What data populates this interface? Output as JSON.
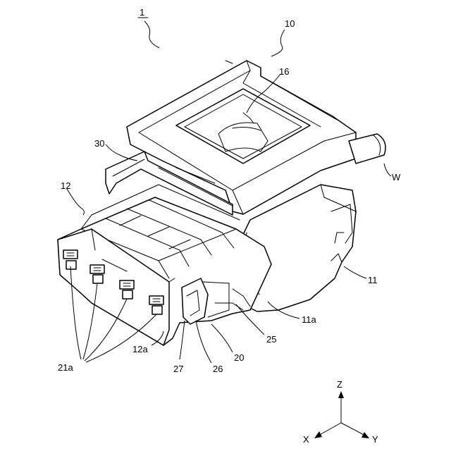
{
  "figure": {
    "labels": {
      "assembly": "1",
      "housing_upper": "10",
      "housing_body": "11",
      "housing_edge": "11a",
      "front_housing": "12",
      "front_edge": "12a",
      "lock_arm": "16",
      "terminal_unit": "20",
      "terminal_windows": "21a",
      "seal": "25",
      "part_26": "26",
      "part_27": "27",
      "retainer": "30",
      "wire": "W"
    },
    "axes": {
      "z": "Z",
      "x": "X",
      "y": "Y"
    }
  }
}
